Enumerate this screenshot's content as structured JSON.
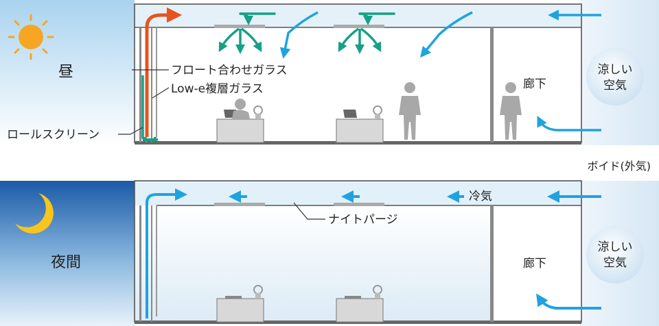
{
  "day": {
    "title": "昼",
    "label_float_glass": "フロート合わせガラス",
    "label_lowe_glass": "Low-e複層ガラス",
    "label_roll_screen": "ロールスクリーン",
    "corridor": "廊下",
    "cool_air_line1": "涼しい",
    "cool_air_line2": "空気"
  },
  "void_label": "ボイド(外気)",
  "night": {
    "title": "夜間",
    "label_cold_air": "冷気",
    "label_night_purge": "ナイトパージ",
    "corridor": "廊下",
    "cool_air_line1": "涼しい",
    "cool_air_line2": "空気"
  },
  "colors": {
    "cool_air": "#1fa3e0",
    "warm_air": "#e8531e",
    "aircon": "#16a085",
    "ceiling": "#e6f3fa",
    "sky_day_top": "#b9dcf2",
    "sky_night_top": "#1d5fa8",
    "sun": "#f6a623",
    "moon": "#f7c51e"
  },
  "icons": [
    "sun-icon",
    "moon-icon",
    "person-icon",
    "desk-icon",
    "laptop-icon",
    "air-conditioner-icon"
  ]
}
